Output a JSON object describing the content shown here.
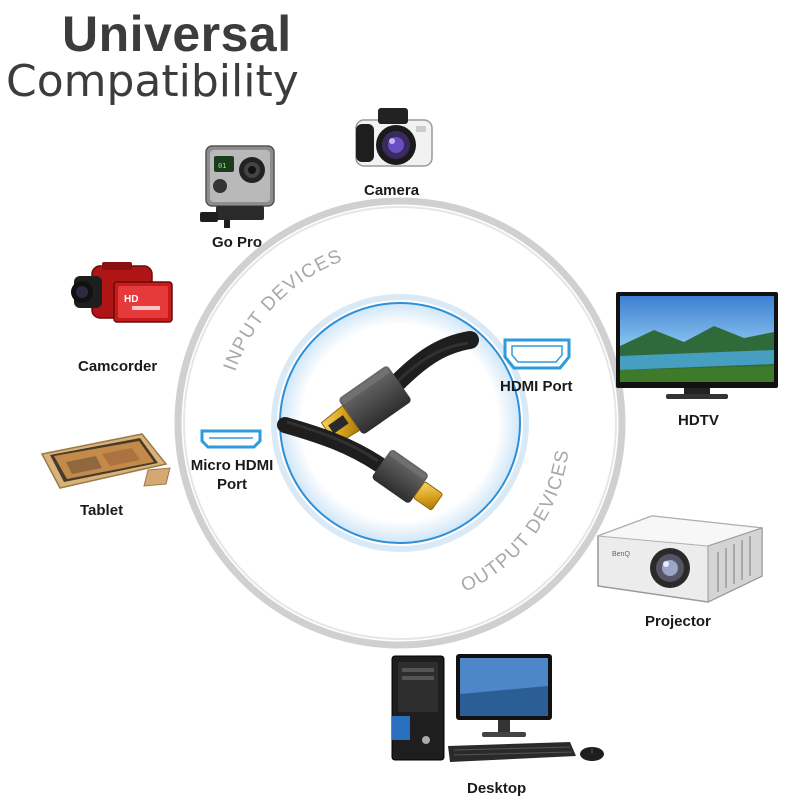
{
  "title": {
    "line1": "Universal",
    "line2": "Compatibility"
  },
  "ring": {
    "input_text": "INPUT DEVICES",
    "output_text": "OUTPUT DEVICES"
  },
  "ports": {
    "hdmi": "HDMI Port",
    "micro_hdmi_line1": "Micro HDMI",
    "micro_hdmi_line2": "Port"
  },
  "devices": {
    "camera": "Camera",
    "gopro": "Go Pro",
    "camcorder": "Camcorder",
    "tablet": "Tablet",
    "hdtv": "HDTV",
    "projector": "Projector",
    "desktop": "Desktop"
  },
  "colors": {
    "title": "#3c3c3c",
    "ring": "#c8c8c8",
    "inner_ring": "#2f8fd6",
    "port_icon": "#2e9bdc",
    "cable": "#1e1e1e",
    "gold": "#e8b72a"
  },
  "icons": [
    "hdmi-port-icon",
    "micro-hdmi-port-icon",
    "camera-icon",
    "gopro-icon",
    "camcorder-icon",
    "tablet-icon",
    "hdtv-icon",
    "projector-icon",
    "desktop-icon",
    "hdmi-cable-icon"
  ]
}
